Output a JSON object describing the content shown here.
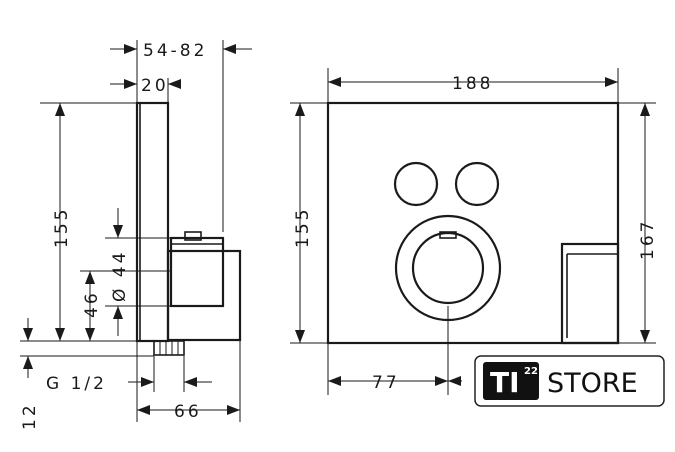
{
  "side_view": {
    "width_range": "54-82",
    "depth_front": "20",
    "height_total": "155",
    "diameter_label": "Ø 44",
    "offset": "46",
    "thread": "G 1/2",
    "base_offset": "12",
    "depth_back": "66"
  },
  "front_view": {
    "width": "188",
    "height_left": "155",
    "height_right": "167",
    "center_offset": "77"
  },
  "logo": {
    "text_ti": "TI",
    "superscript": "22",
    "text_store": "STORE"
  }
}
